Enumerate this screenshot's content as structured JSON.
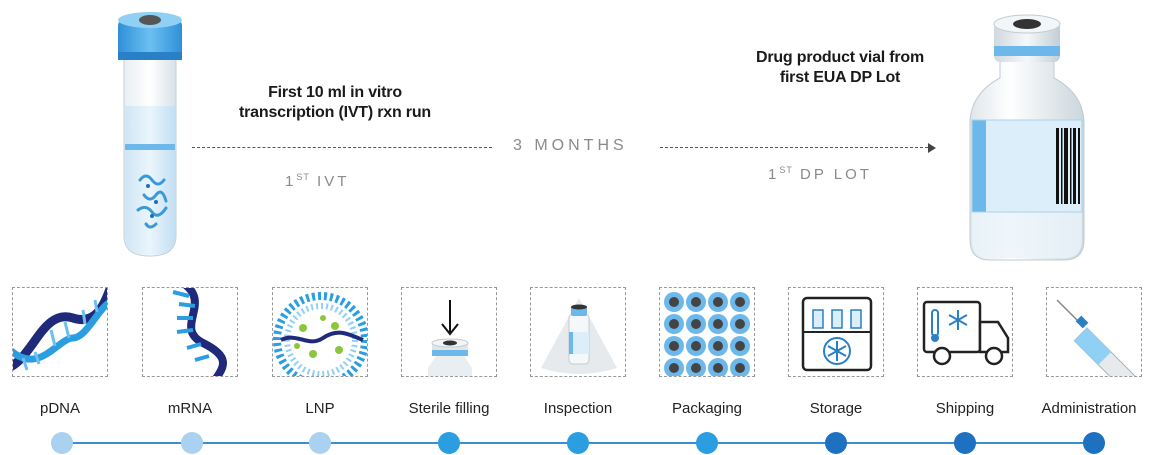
{
  "captions": {
    "ivt_line1": "First 10 ml in vitro",
    "ivt_line2": "transcription (IVT) rxn run",
    "dp_line1": "Drug product vial from",
    "dp_line2": "first EUA DP Lot"
  },
  "timeline_top": {
    "duration": "3 MONTHS",
    "ivt_ordinal": "1",
    "ivt_suffix": "ST",
    "ivt_text": "IVT",
    "dp_ordinal": "1",
    "dp_suffix": "ST",
    "dp_text": "DP LOT"
  },
  "stages": [
    {
      "label": "pDNA",
      "icon": "dna-double-helix-icon",
      "dot_color": "#aad2f0"
    },
    {
      "label": "mRNA",
      "icon": "mrna-strand-icon",
      "dot_color": "#aad2f0"
    },
    {
      "label": "LNP",
      "icon": "lipid-nanoparticle-icon",
      "dot_color": "#aad2f0"
    },
    {
      "label": "Sterile filling",
      "icon": "vial-filling-icon",
      "dot_color": "#2a9ee0"
    },
    {
      "label": "Inspection",
      "icon": "vial-inspection-icon",
      "dot_color": "#2a9ee0"
    },
    {
      "label": "Packaging",
      "icon": "vial-grid-icon",
      "dot_color": "#2a9ee0"
    },
    {
      "label": "Storage",
      "icon": "freezer-icon",
      "dot_color": "#1e70c0"
    },
    {
      "label": "Shipping",
      "icon": "cold-chain-truck-icon",
      "dot_color": "#1e70c0"
    },
    {
      "label": "Administration",
      "icon": "syringe-icon",
      "dot_color": "#1e70c0"
    }
  ],
  "colors": {
    "light_blue": "#aad2f0",
    "mid_blue": "#2a9ee0",
    "dark_blue": "#1e70c0",
    "navy": "#1f2a7a",
    "green": "#8cc63f"
  }
}
